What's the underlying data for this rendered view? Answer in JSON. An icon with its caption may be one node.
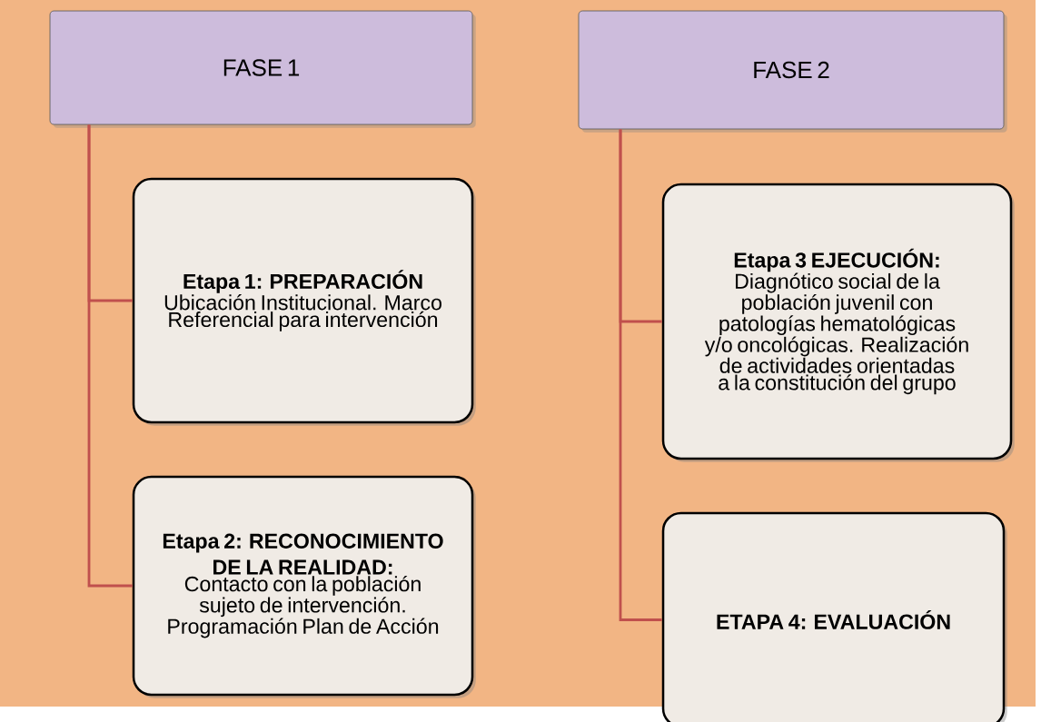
{
  "diagram": {
    "nodes": [
      {
        "text": [
          "FASE 1"
        ]
      },
      {
        "text": [
          "Etapa 1: PREPARACIÓN",
          "Ubicación Institucional. Marco Referencial para intervención"
        ]
      },
      {
        "text": [
          "Etapa 2: RECONOCIMIENTO DE LA REALIDAD:",
          "Contacto con la población sujeto de intervención. Programación Plan de Acción"
        ]
      },
      {
        "text": [
          "FASE 2"
        ]
      },
      {
        "text": [
          "Etapa 3 EJECUCIÓN:",
          "Diagnótico social de la población juvenil con patologías hematológicas y/o oncológicas. Realización de actividades orientadas a la constitución del grupo"
        ]
      },
      {
        "text": [
          "ETAPA 4: EVALUACIÓN"
        ]
      }
    ],
    "edges": [
      {
        "from": 0,
        "to": 1,
        "arrow": "none"
      },
      {
        "from": 0,
        "to": 2,
        "arrow": "none"
      },
      {
        "from": 3,
        "to": 4,
        "arrow": "none"
      },
      {
        "from": 3,
        "to": 5,
        "arrow": "none"
      }
    ]
  }
}
